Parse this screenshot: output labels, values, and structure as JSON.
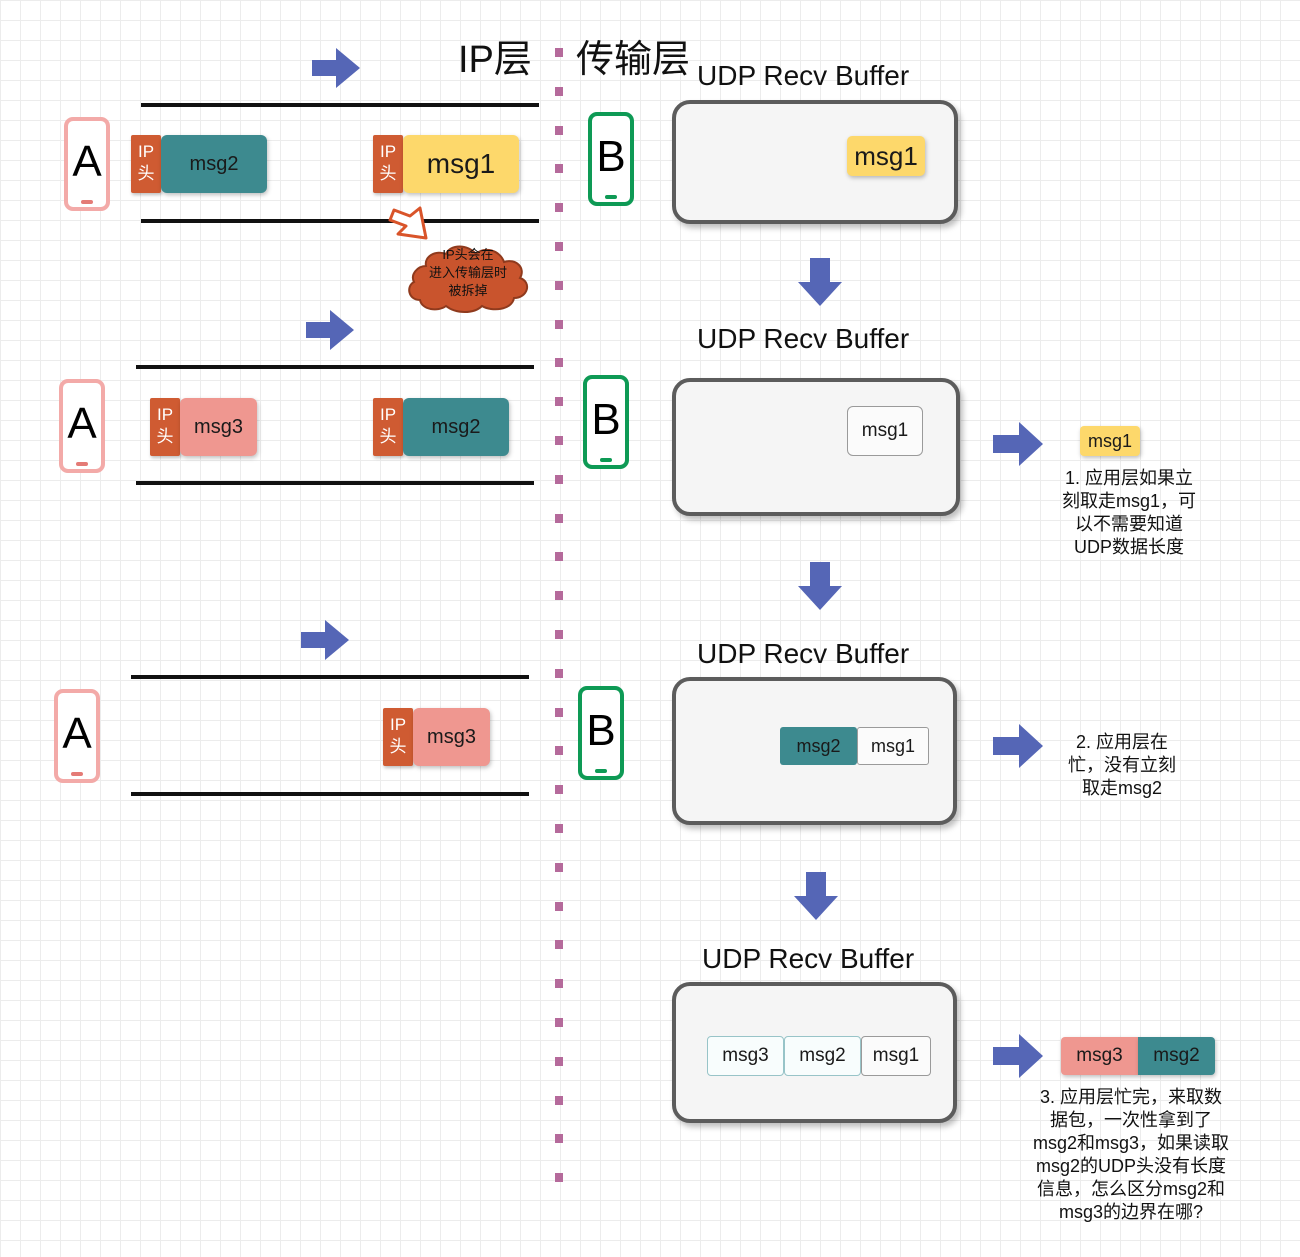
{
  "titles": {
    "ip_layer": "IP层",
    "transport_layer": "传输层"
  },
  "hosts": {
    "sender": "A",
    "receiver": "B"
  },
  "labels": {
    "ip_header": "IP\n头",
    "recv_buffer": "UDP Recv Buffer"
  },
  "packets": {
    "msg1": "msg1",
    "msg2": "msg2",
    "msg3": "msg3"
  },
  "cloud_note": "IP头会在\n进入传输层时\n被拆掉",
  "notes": {
    "note1": "1. 应用层如果立\n刻取走msg1，可\n以不需要知道\nUDP数据长度",
    "note2": "2. 应用层在\n忙，没有立刻\n取走msg2",
    "note3": "3. 应用层忙完，来取数\n据包，一次性拿到了\nmsg2和msg3，如果读取\nmsg2的UDP头没有长度\n信息，怎么区分msg2和\nmsg3的边界在哪?"
  },
  "colors": {
    "msg1": "#fdd86b",
    "msg2": "#3d8a8f",
    "msg3": "#ef9790",
    "ip_header": "#cf5b32",
    "arrow": "#5566b6",
    "divider": "#b56a9b"
  },
  "icons": {
    "arrow": "arrow-icon",
    "cloud": "cloud-icon",
    "phone": "phone-icon"
  }
}
